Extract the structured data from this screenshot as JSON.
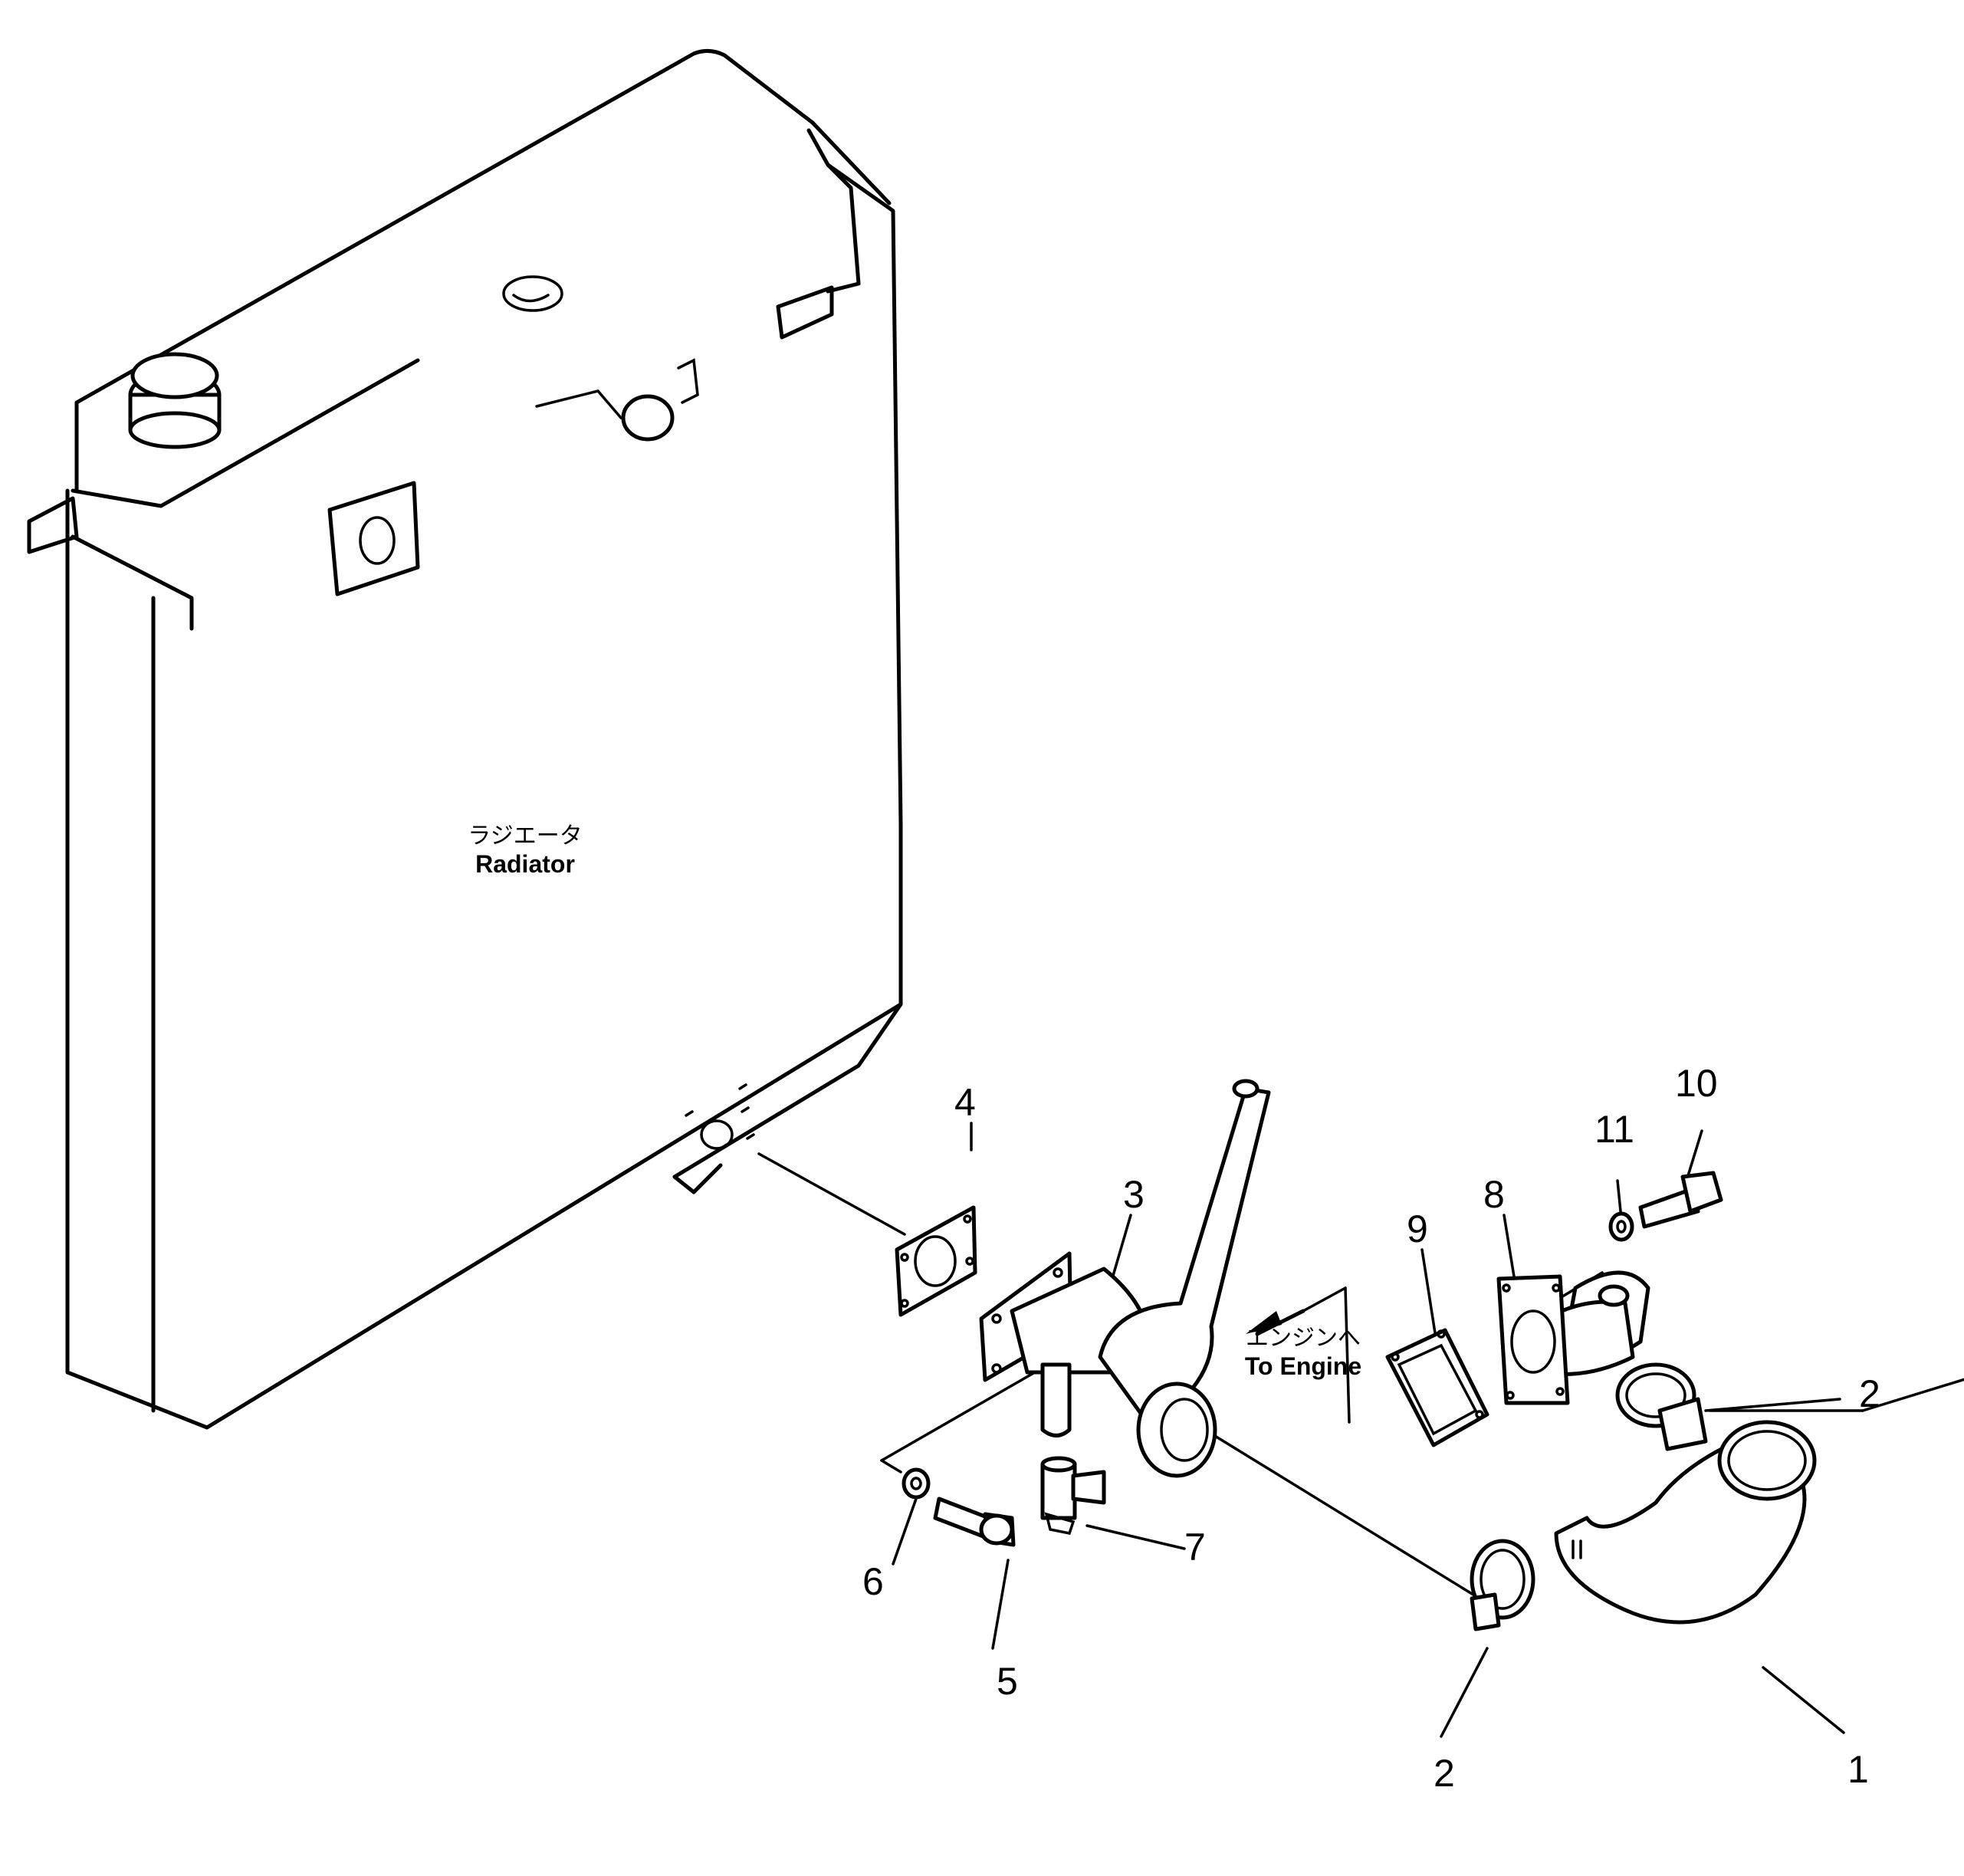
{
  "labels": {
    "radiator_jp": "ラジエータ",
    "radiator_en": "Radiator",
    "to_engine_jp": "エンジンへ",
    "to_engine_en": "To Engine"
  },
  "callouts": {
    "part_1": "1",
    "part_2_clamp_upper": "2",
    "part_2_clamp_lower": "2",
    "part_3": "3",
    "part_4": "4",
    "part_5": "5",
    "part_6": "6",
    "part_7": "7",
    "part_8": "8",
    "part_9": "9",
    "part_10": "10",
    "part_11": "11"
  },
  "colors": {
    "line": "#000000",
    "background": "#ffffff"
  }
}
